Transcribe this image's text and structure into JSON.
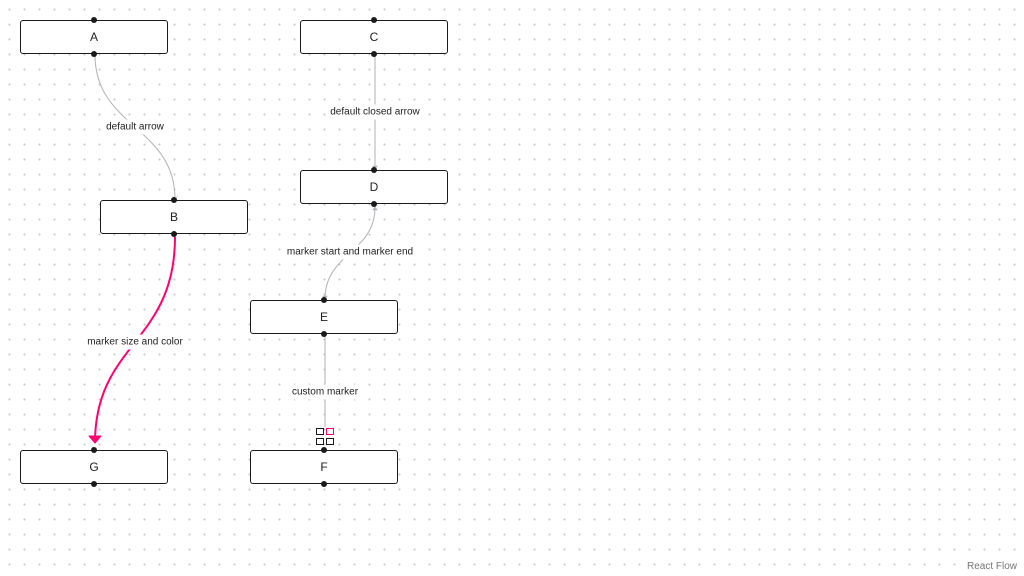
{
  "nodes": {
    "a": {
      "label": "A"
    },
    "b": {
      "label": "B"
    },
    "c": {
      "label": "C"
    },
    "d": {
      "label": "D"
    },
    "e": {
      "label": "E"
    },
    "f": {
      "label": "F"
    },
    "g": {
      "label": "G"
    }
  },
  "edges": {
    "a_b": {
      "label": "default arrow"
    },
    "c_d": {
      "label": "default closed arrow"
    },
    "d_e": {
      "label": "marker start and marker end"
    },
    "b_g": {
      "label": "marker size and color",
      "color": "#ff0072"
    },
    "e_f": {
      "label": "custom marker"
    }
  },
  "colors": {
    "edge": "#b1b1b7",
    "accent": "#ff0072",
    "node_border": "#1a1a1a"
  },
  "attribution": "React Flow"
}
